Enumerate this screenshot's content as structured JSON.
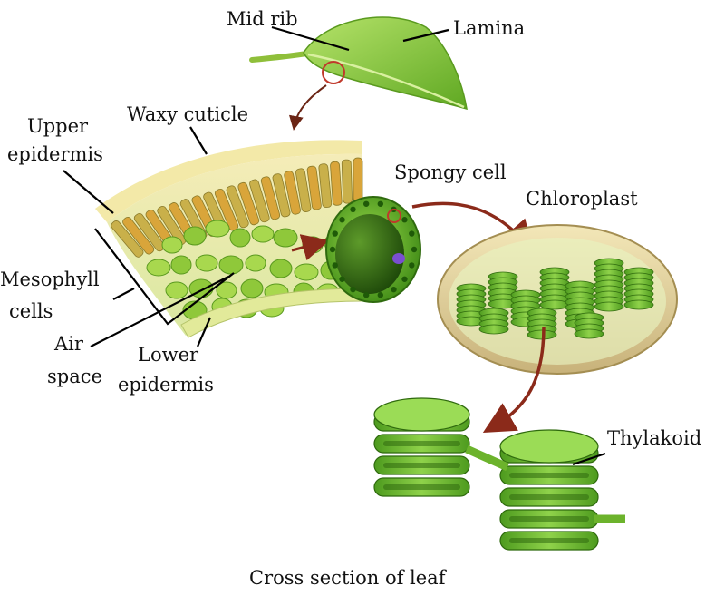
{
  "labels": {
    "mid_rib": "Mid rib",
    "lamina": "Lamina",
    "waxy_cuticle": "Waxy cuticle",
    "upper_epidermis_line1": "Upper",
    "upper_epidermis_line2": "epidermis",
    "spongy_cell": "Spongy cell",
    "chloroplast": "Chloroplast",
    "mesophyll_line1": "Mesophyll",
    "mesophyll_line2": "cells",
    "air_space_line1": "Air",
    "air_space_line2": "space",
    "lower_epidermis_line1": "Lower",
    "lower_epidermis_line2": "epidermis",
    "thylakoid": "Thylakoid",
    "caption": "Cross section of leaf"
  },
  "colors": {
    "leaf_green": "#7cc12e",
    "dark_green": "#3f7d14",
    "palisade_orange": "#d9a53a",
    "arrow_red": "#8b2a1a",
    "highlight_circle": "#c0392b",
    "nucleus_purple": "#7a4fd0"
  }
}
